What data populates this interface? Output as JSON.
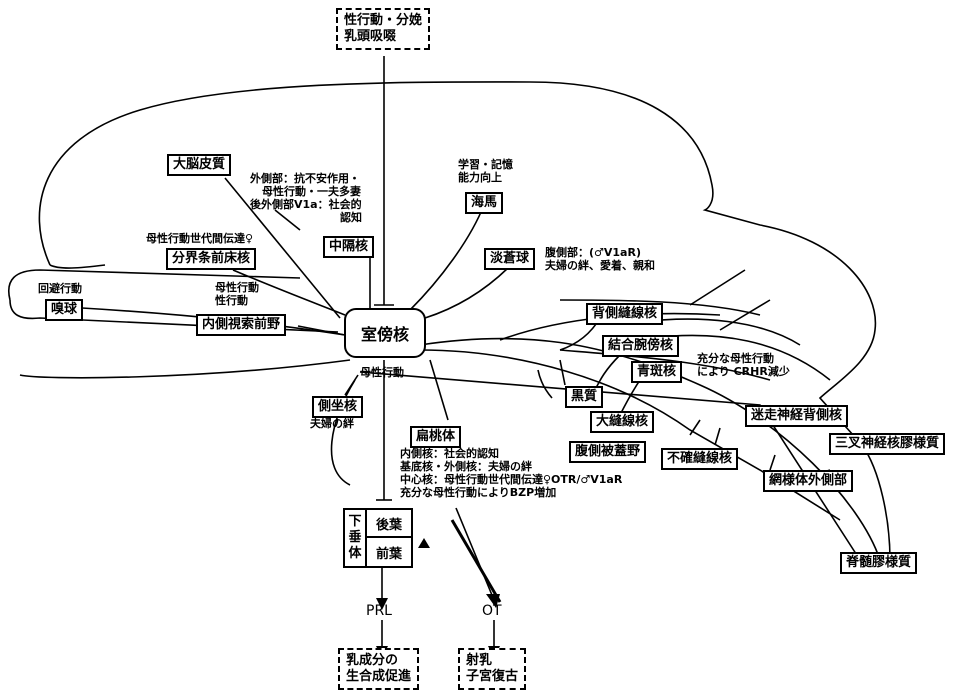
{
  "top_box": [
    "性行動・分娩",
    "乳頭吸啜"
  ],
  "core": "室傍核",
  "regions": {
    "cortex": "大脳皮質",
    "cortex_note": [
      "外側部：抗不安作用・",
      "母性行動・一夫多妻",
      "後外側部V1a：社会的",
      "認知"
    ],
    "septum": "中隔核",
    "hippo_note": [
      "学習・記憶",
      "能力向上"
    ],
    "hippocampus": "海馬",
    "pallidum": "淡蒼球",
    "pallidum_note": [
      "腹側部：(♂V1aR)",
      "夫婦の絆、愛着、親和"
    ],
    "bnst_note": "母性行動世代間伝達♀",
    "bnst": "分界条前床核",
    "avoid": "回避行動",
    "olfactory": "嗅球",
    "mpoa_note": [
      "母性行動",
      "性行動"
    ],
    "mpoa": "内側視索前野",
    "maternal": "母性行動",
    "accumbens": "側坐核",
    "accumbens_note": "夫婦の絆",
    "amygdala": "扁桃体",
    "amygdala_note": [
      "内側核：社会的認知",
      "基底核・外側核：夫婦の絆",
      "中心核：母性行動世代間伝達♀OTR/♂V1aR",
      "充分な母性行動によりBZP増加"
    ],
    "pit_side": [
      "下",
      "垂",
      "体"
    ],
    "pit_post": "後葉",
    "pit_ant": "前葉",
    "prl": "PRL",
    "ot": "OT",
    "milk_box": [
      "乳成分の",
      "生合成促進"
    ],
    "eject_box": [
      "射乳",
      "子宮復古"
    ],
    "dr": "背側縫線核",
    "pb": "結合腕傍核",
    "lc": "青斑核",
    "lc_note": [
      "充分な母性行動",
      "により CRHR減少"
    ],
    "sn": "黒質",
    "mr": "大縫線核",
    "vta": "腹側被蓋野",
    "rp": "不確縫線核",
    "dmv": "迷走神経背側核",
    "sp5": "三叉神経核膠様質",
    "lrn": "網様体外側部",
    "sg": "脊髄膠様質"
  }
}
